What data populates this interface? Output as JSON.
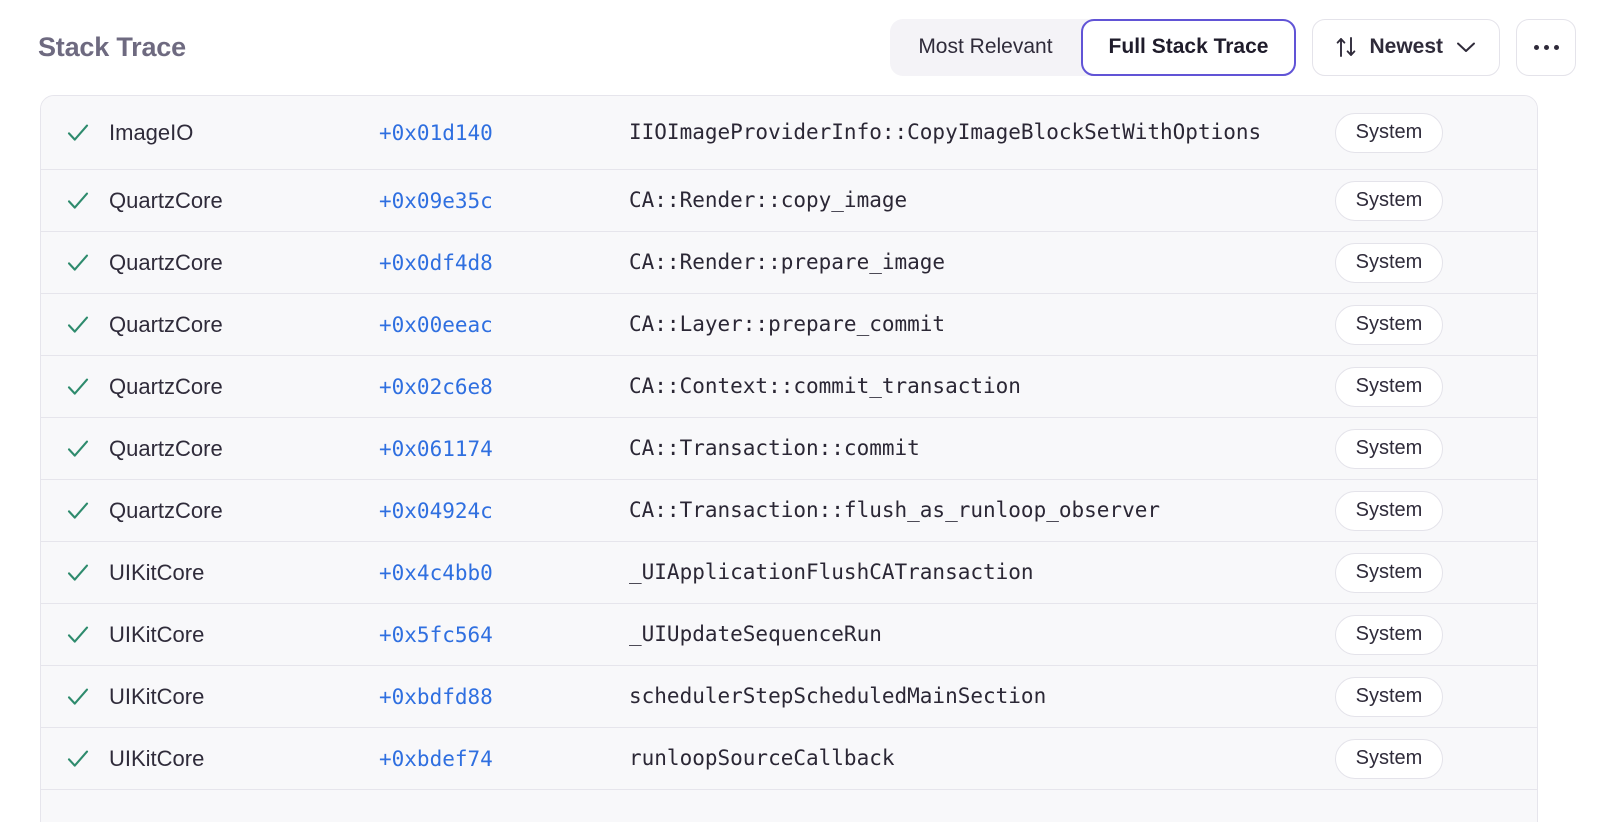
{
  "header": {
    "title": "Stack Trace",
    "segmented": {
      "options": [
        {
          "label": "Most Relevant",
          "active": false
        },
        {
          "label": "Full Stack Trace",
          "active": true
        }
      ]
    },
    "sort": {
      "icon": "sort-arrows-icon",
      "label": "Newest",
      "chevron": "chevron-down-icon"
    },
    "more": {
      "icon": "ellipsis-icon"
    }
  },
  "colors": {
    "accent": "#6154d6",
    "link": "#2f6fe0",
    "check": "#2e8b6d",
    "title": "#6e6a80",
    "row_bg": "#f8f8fa",
    "divider": "#e6e5ec"
  },
  "frames": [
    {
      "status": "check-icon",
      "module": "ImageIO",
      "offset": "+0x01d140",
      "symbol": "IIOImageProviderInfo::CopyImageBlockSetWithOptions",
      "badge": "System"
    },
    {
      "status": "check-icon",
      "module": "QuartzCore",
      "offset": "+0x09e35c",
      "symbol": "CA::Render::copy_image",
      "badge": "System"
    },
    {
      "status": "check-icon",
      "module": "QuartzCore",
      "offset": "+0x0df4d8",
      "symbol": "CA::Render::prepare_image",
      "badge": "System"
    },
    {
      "status": "check-icon",
      "module": "QuartzCore",
      "offset": "+0x00eeac",
      "symbol": "CA::Layer::prepare_commit",
      "badge": "System"
    },
    {
      "status": "check-icon",
      "module": "QuartzCore",
      "offset": "+0x02c6e8",
      "symbol": "CA::Context::commit_transaction",
      "badge": "System"
    },
    {
      "status": "check-icon",
      "module": "QuartzCore",
      "offset": "+0x061174",
      "symbol": "CA::Transaction::commit",
      "badge": "System"
    },
    {
      "status": "check-icon",
      "module": "QuartzCore",
      "offset": "+0x04924c",
      "symbol": "CA::Transaction::flush_as_runloop_observer",
      "badge": "System"
    },
    {
      "status": "check-icon",
      "module": "UIKitCore",
      "offset": "+0x4c4bb0",
      "symbol": "_UIApplicationFlushCATransaction",
      "badge": "System"
    },
    {
      "status": "check-icon",
      "module": "UIKitCore",
      "offset": "+0x5fc564",
      "symbol": "_UIUpdateSequenceRun",
      "badge": "System"
    },
    {
      "status": "check-icon",
      "module": "UIKitCore",
      "offset": "+0xbdfd88",
      "symbol": "schedulerStepScheduledMainSection",
      "badge": "System"
    },
    {
      "status": "check-icon",
      "module": "UIKitCore",
      "offset": "+0xbdef74",
      "symbol": "runloopSourceCallback",
      "badge": "System"
    }
  ]
}
